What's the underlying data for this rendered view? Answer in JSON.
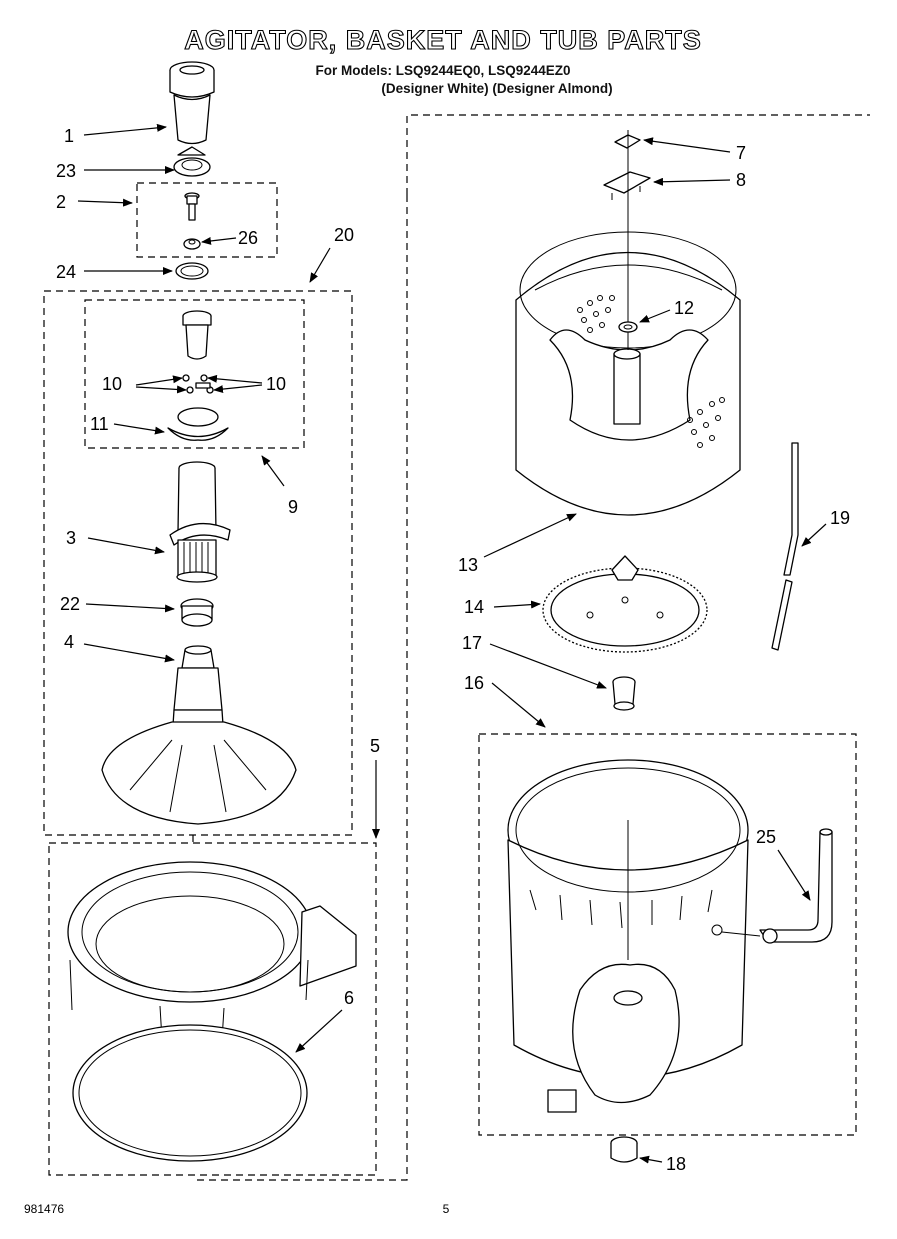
{
  "title": "AGITATOR, BASKET AND TUB PARTS",
  "models_line": "For Models: LSQ9244EQ0, LSQ9244EZ0",
  "colors_line": "(Designer White)  (Designer Almond)",
  "footer": {
    "doc_number": "981476",
    "page": "5"
  },
  "callouts": {
    "c1": "1",
    "c23": "23",
    "c2": "2",
    "c26": "26",
    "c24": "24",
    "c20": "20",
    "c10a": "10",
    "c10b": "10",
    "c11": "11",
    "c9": "9",
    "c3": "3",
    "c22": "22",
    "c4": "4",
    "c5": "5",
    "c6": "6",
    "c7": "7",
    "c8": "8",
    "c12": "12",
    "c13": "13",
    "c14": "14",
    "c17": "17",
    "c16": "16",
    "c19": "19",
    "c25": "25",
    "c18": "18"
  }
}
